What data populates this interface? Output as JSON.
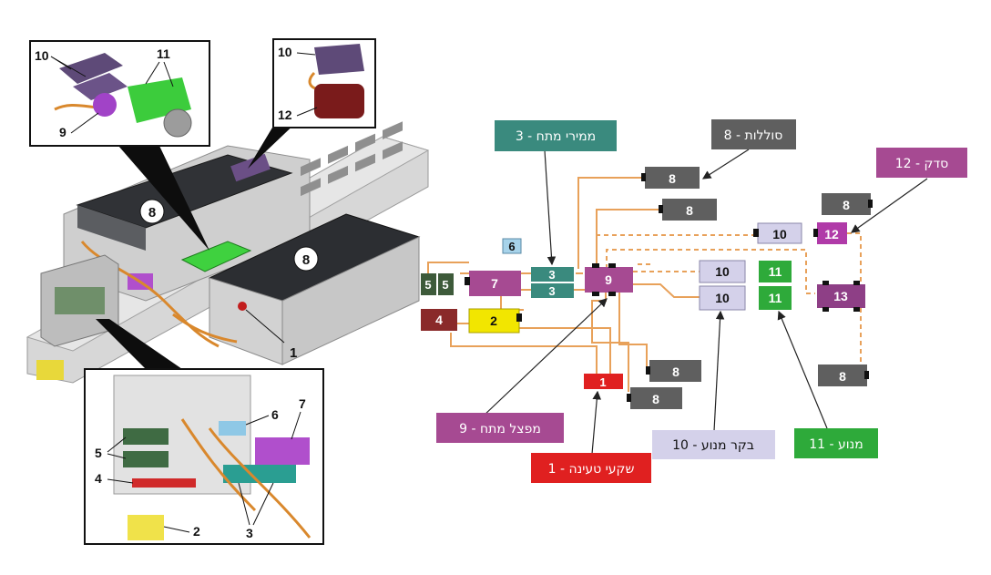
{
  "photo": {
    "main_labels": {
      "battery_a": "8",
      "battery_b": "8",
      "inlet": "1"
    },
    "inset_top_left": {
      "label_10": "10",
      "label_11": "11",
      "label_9": "9"
    },
    "inset_top_right": {
      "label_10": "10",
      "label_12": "12"
    },
    "inset_bottom": {
      "label_6": "6",
      "label_7": "7",
      "label_5": "5",
      "label_4": "4",
      "label_2": "2",
      "label_3": "3"
    }
  },
  "schematic": {
    "boxes": {
      "b8_top": "8",
      "b8_second": "8",
      "b10_top": "10",
      "b12": "12",
      "b8_topright": "8",
      "b6": "6",
      "b5a": "5",
      "b5b": "5",
      "b7": "7",
      "b3a": "3",
      "b3b": "3",
      "b9": "9",
      "b10_mid": "10",
      "b11_mid": "11",
      "b10_low": "10",
      "b11_low": "11",
      "b13": "13",
      "b4": "4",
      "b2": "2",
      "b1": "1",
      "b8_r1": "8",
      "b8_r2": "8",
      "b8_right": "8"
    },
    "callouts": {
      "c3": "3 - ממירי מתח",
      "c8": "8 - סוללות",
      "c12": "12 - סדק",
      "c9": "9 - מפצל מתח",
      "c1": "1 - שקעי טעינה",
      "c10": "10 - בקר מנוע",
      "c11": "11 - מנוע"
    },
    "colors": {
      "battery": "#5f5f5f",
      "converter": "#3a8a7e",
      "splitter": "#a64a92",
      "charger": "#e02020",
      "motor_ctrl": "#d4d1ea",
      "motor": "#2eaa3a",
      "box12": "#b03aa8",
      "box13": "#8e3f86",
      "box4": "#8a2a2a",
      "box2": "#f2e600",
      "box5": "#3d5a3a",
      "box6": "#a7d3ea",
      "wire": "#e8a15a",
      "callout_c3": "#3a8a7e",
      "callout_c8": "#5f5f5f",
      "callout_c12": "#a64a92",
      "callout_c9": "#a64a92",
      "callout_c1": "#e02020",
      "callout_c10": "#d4d1ea",
      "callout_c11": "#2eaa3a"
    }
  }
}
